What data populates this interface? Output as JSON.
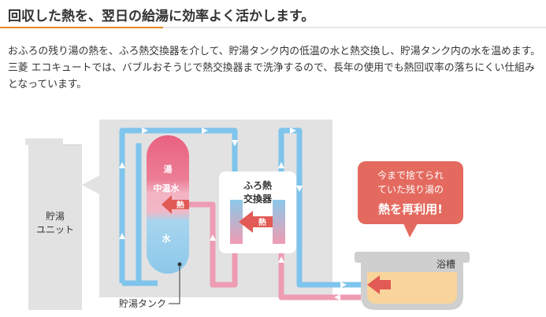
{
  "heading": "回収した熱を、翌日の給湯に効率よく活かします。",
  "description": "おふろの残り湯の熱を、ふろ熱交換器を介して、貯湯タンク内の低温の水と熱交換し、貯湯タンク内の水を温めます。三菱 エコキュートでは、バブルおそうじで熱交換器まで洗浄するので、長年の使用でも熱回収率の落ちにくい仕組みとなっています。",
  "diagram": {
    "storage_unit_label_1": "貯湯",
    "storage_unit_label_2": "ユニット",
    "tank_label": "貯湯タンク",
    "tank_hot": "湯",
    "tank_mid": "中温水",
    "tank_water": "水",
    "tank_heat_arrow": "熱",
    "exchanger_label_1": "ふろ熱",
    "exchanger_label_2": "交換器",
    "exchanger_heat_arrow": "熱",
    "callout_line_1": "今まで捨てられ",
    "callout_line_2": "ていた残り湯の",
    "callout_line_3": "熱を再利用!",
    "bathtub_label": "浴槽",
    "colors": {
      "hot": "#e9627f",
      "warm": "#f1a7b9",
      "cool": "#8cc8ea",
      "pipe_blue": "#7fc4ec",
      "pipe_pink": "#ee9cb2",
      "arrow_red": "#e25a55",
      "callout": "#e46a5f",
      "bath_water": "#f9d59b",
      "unit_gray": "#e2e2e2"
    }
  }
}
